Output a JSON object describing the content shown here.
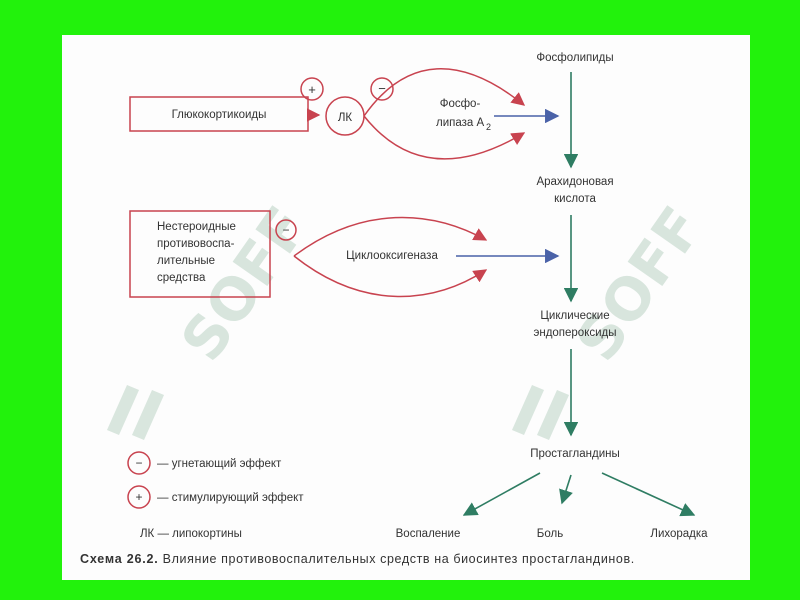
{
  "colors": {
    "background": "#22f20c",
    "red": "#c8434f",
    "blue": "#4a62a8",
    "green": "#2f7d63"
  },
  "nodes": {
    "phospholipids": "Фосфолипиды",
    "arachidonic_1": "Арахидоновая",
    "arachidonic_2": "кислота",
    "endoperoxides_1": "Циклические",
    "endoperoxides_2": "эндопероксиды",
    "prostaglandins": "Простагландины",
    "inflammation": "Воспаление",
    "pain": "Боль",
    "fever": "Лихорадка"
  },
  "boxes": {
    "glucocorticoids": "Глюкокортикоиды",
    "nsaid_1": "Нестероидные",
    "nsaid_2": "противовоспа-",
    "nsaid_3": "лительные",
    "nsaid_4": "средства"
  },
  "enzymes": {
    "lk": "ЛК",
    "phospholipase_1": "Фосфо-",
    "phospholipase_2": "липаза A",
    "phospholipase_sub": "2",
    "cyclooxygenase": "Циклооксигеназа"
  },
  "signs": {
    "plus": "+",
    "minus": "−"
  },
  "legend": {
    "inhibit": "— угнетающий эффект",
    "stimulate": "— стимулирующий эффект",
    "lk_def": "ЛК — липокортины"
  },
  "caption": {
    "label": "Схема 26.2.",
    "text": "Влияние противовоспалительных средств на биосинтез простагландинов."
  },
  "watermark": "SOFF"
}
